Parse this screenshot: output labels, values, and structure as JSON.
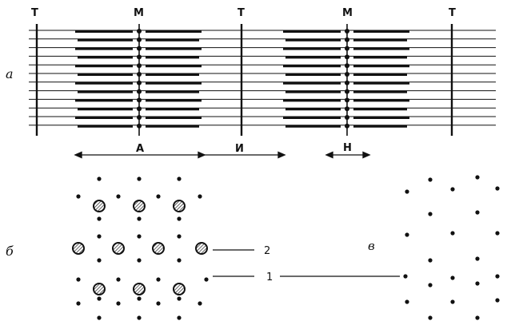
{
  "panel_a": {
    "label": "а",
    "band_labels": [
      "T",
      "M",
      "T",
      "M",
      "T"
    ],
    "a_band_label": "A",
    "i_band_label": "И",
    "h_zone_label": "Н"
  },
  "panel_b": {
    "label": "б",
    "callout_2": "2",
    "callout_1": "1"
  },
  "panel_c": {
    "label": "в"
  },
  "colors": {
    "ink": "#111111",
    "thick_filament_fill": "#bbbbbb"
  }
}
